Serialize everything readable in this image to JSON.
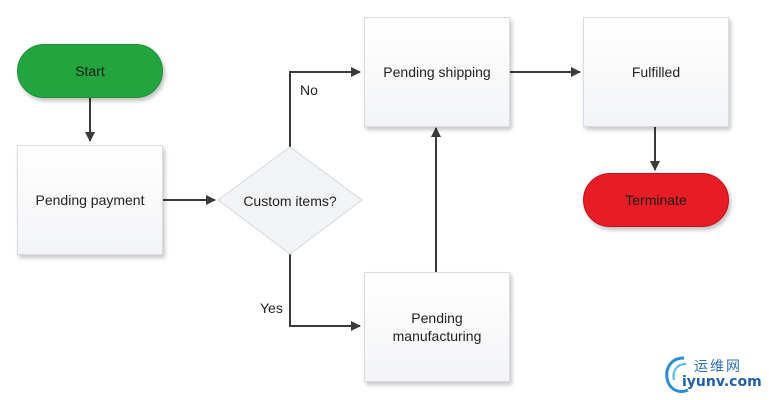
{
  "colors": {
    "start_fill": "#22a53c",
    "terminate_fill": "#e81c24",
    "connector": "#3a3a3a"
  },
  "nodes": {
    "start": "Start",
    "pending_payment": "Pending payment",
    "custom_items": "Custom items?",
    "pending_shipping": "Pending shipping",
    "pending_manufacturing": "Pending\nmanufacturing",
    "fulfilled": "Fulfilled",
    "terminate": "Terminate"
  },
  "edge_labels": {
    "no": "No",
    "yes": "Yes"
  },
  "watermark": {
    "chinese": "运维网",
    "site": "iyunv.com"
  }
}
